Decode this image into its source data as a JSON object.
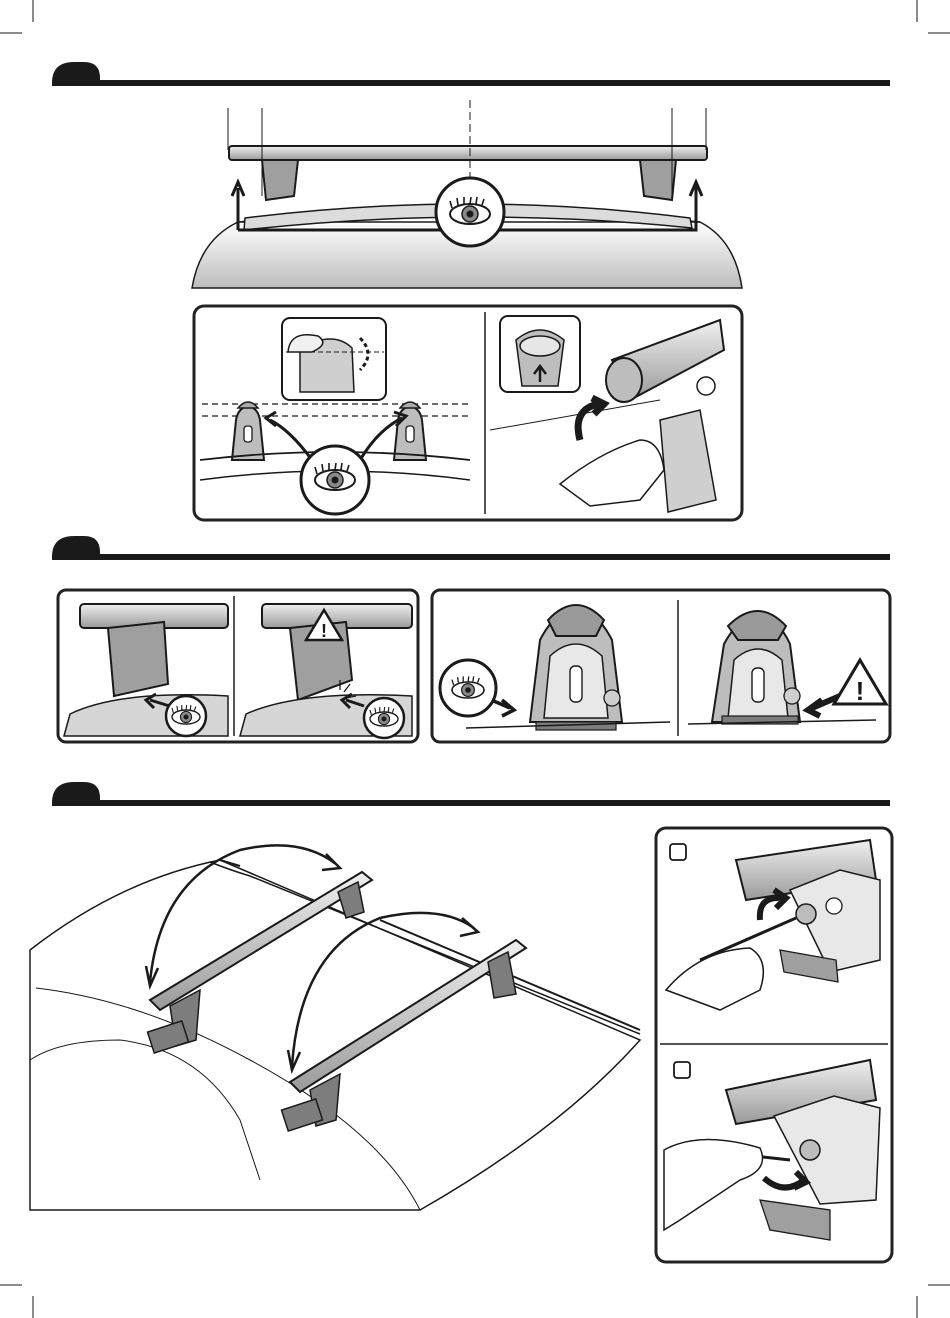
{
  "page": {
    "title": "",
    "background": "#ffffff",
    "ink": "#1a1a1a"
  },
  "steps": [
    {
      "id": "step-1",
      "label": "",
      "icons": [
        "eye-icon",
        "arrow-icon"
      ]
    },
    {
      "id": "step-2",
      "label": "",
      "icons": [
        "eye-icon",
        "warning-icon"
      ]
    },
    {
      "id": "step-3",
      "label": "",
      "icons": [
        "arrow-icon",
        "key-icon"
      ]
    }
  ],
  "colors": {
    "outline": "#1a1a1a",
    "gray_fill": "#c8c8c8",
    "light_fill": "#eeeeee",
    "dark_fill": "#7d7d7d",
    "panel_border": "#222222"
  }
}
